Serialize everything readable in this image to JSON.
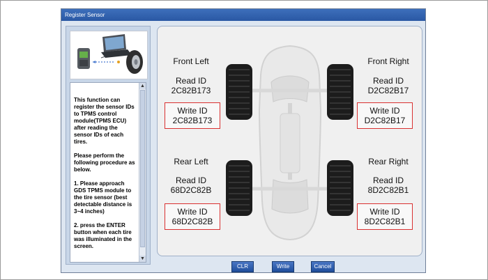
{
  "window": {
    "title": "Register Sensor"
  },
  "info": {
    "text": "This function can register the sensor IDs to TPMS control module(TPMS ECU) after reading the sensor IDs of each tires.\n\nPlease perform the following procedure as below.\n\n1. Please approach GDS TPMS module to the tire sensor (best detectable distance is 3~4 inches)\n\n2. press the ENTER button when each tire was illuminated in the screen."
  },
  "tires": {
    "front_left": {
      "label": "Front Left",
      "read_label": "Read ID",
      "read_id": "2C82B173",
      "write_label": "Write ID",
      "write_id": "2C82B173"
    },
    "front_right": {
      "label": "Front Right",
      "read_label": "Read ID",
      "read_id": "D2C82B17",
      "write_label": "Write ID",
      "write_id": "D2C82B17"
    },
    "rear_left": {
      "label": "Rear Left",
      "read_label": "Read ID",
      "read_id": "68D2C82B",
      "write_label": "Write ID",
      "write_id": "68D2C82B"
    },
    "rear_right": {
      "label": "Rear Right",
      "read_label": "Read ID",
      "read_id": "8D2C82B1",
      "write_label": "Write ID",
      "write_id": "8D2C82B1"
    }
  },
  "buttons": {
    "clr": "CLR",
    "write": "Write",
    "cancel": "Cancel"
  },
  "icons": {
    "scroll_up": "scroll-up-icon",
    "scroll_down": "scroll-down-icon"
  },
  "colors": {
    "title_bar": "#2a58a4",
    "write_border": "#d93030"
  }
}
